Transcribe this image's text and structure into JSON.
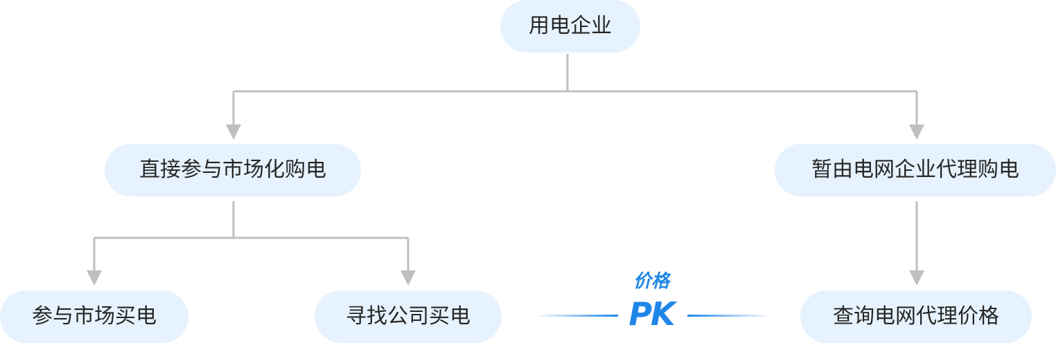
{
  "diagram": {
    "root": {
      "label": "用电企业"
    },
    "direct": {
      "label": "直接参与市场化购电"
    },
    "proxy": {
      "label": "暂由电网企业代理购电"
    },
    "market": {
      "label": "参与市场买电"
    },
    "company": {
      "label": "寻找公司买电"
    },
    "query": {
      "label": "查询电网代理价格"
    },
    "comparison": {
      "label": "价格",
      "mark": "PK"
    }
  },
  "colors": {
    "node_fill": "#e6f2fd",
    "node_text": "#262626",
    "connector": "#bfbfbf",
    "accent": "#1f86e8"
  }
}
